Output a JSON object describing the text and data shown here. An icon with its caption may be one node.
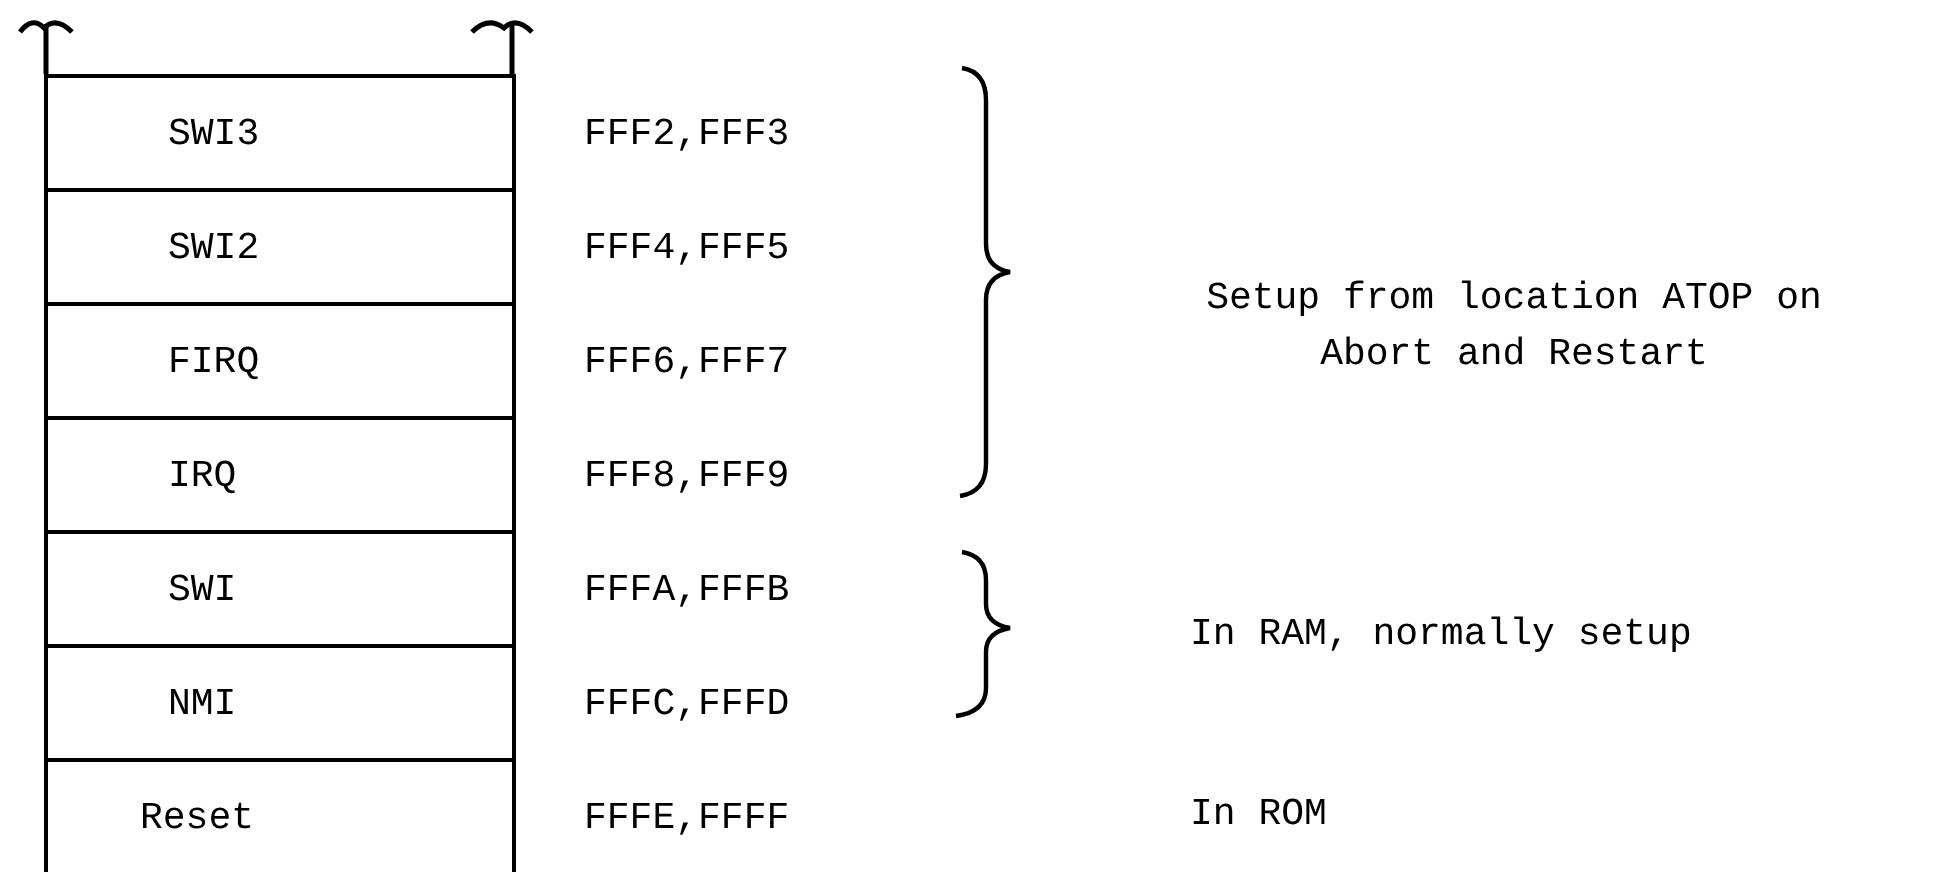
{
  "diagram": {
    "nodes": [
      {
        "text": [
          "SWI3"
        ],
        "beside": [
          "FFF2,FFF3"
        ]
      },
      {
        "text": [
          "SWI2"
        ],
        "beside": [
          "FFF4,FFF5"
        ]
      },
      {
        "text": [
          "FIRQ"
        ],
        "beside": [
          "FFF6,FFF7"
        ]
      },
      {
        "text": [
          "IRQ"
        ],
        "beside": [
          "FFF8,FFF9"
        ]
      },
      {
        "text": [
          "SWI"
        ],
        "beside": [
          "FFFA,FFFB"
        ]
      },
      {
        "text": [
          "NMI"
        ],
        "beside": [
          "FFFC,FFFD"
        ]
      },
      {
        "text": [
          "Reset"
        ],
        "beside": [
          "FFFE,FFFF"
        ]
      }
    ],
    "edges": [],
    "labels": [
      "Setup from location ATOP on Abort and Restart",
      "In RAM, normally setup",
      "In ROM"
    ]
  }
}
